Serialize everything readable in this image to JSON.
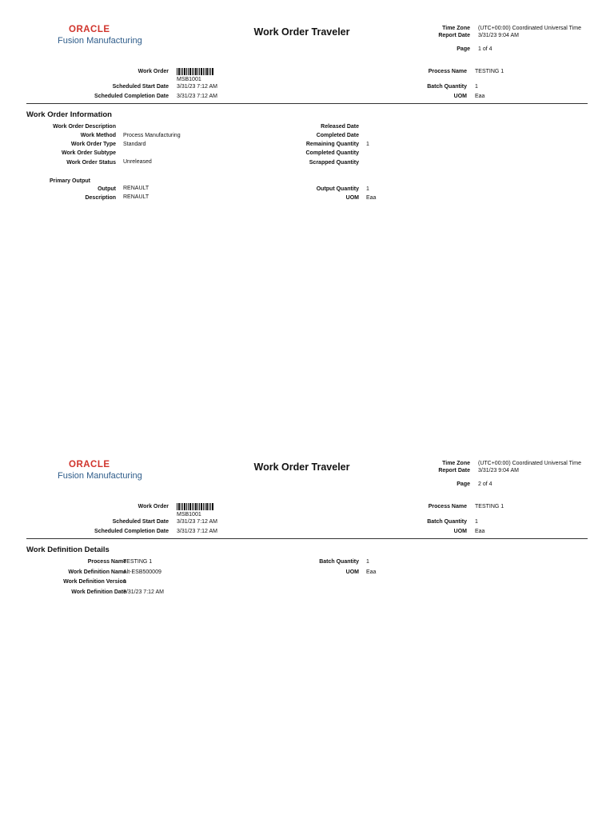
{
  "colors": {
    "oracle_red": "#d0342c",
    "fusion_blue": "#2e5c8a"
  },
  "pages": [
    {
      "logo": {
        "brand": "ORACLE",
        "product": "Fusion Manufacturing"
      },
      "title": "Work Order Traveler",
      "header": {
        "time_zone_label": "Time Zone",
        "time_zone": "(UTC+00:00) Coordinated Universal Time",
        "report_date_label": "Report Date",
        "report_date": "3/31/23 9:04 AM",
        "page_label": "Page",
        "page": "1 of 4"
      },
      "summary": {
        "work_order_label": "Work Order",
        "work_order": "MSB1001",
        "start_label": "Scheduled Start Date",
        "start": "3/31/23 7:12 AM",
        "completion_label": "Scheduled Completion Date",
        "completion": "3/31/23 7:12 AM",
        "process_name_label": "Process Name",
        "process_name": "TESTING 1",
        "batch_qty_label": "Batch Quantity",
        "batch_qty": "1",
        "uom_label": "UOM",
        "uom": "Eaa"
      },
      "section_title": "Work Order Information",
      "info": {
        "description_label": "Work Order Description",
        "description": "",
        "method_label": "Work Method",
        "method": "Process Manufacturing",
        "type_label": "Work Order Type",
        "type": "Standard",
        "subtype_label": "Work Order Subtype",
        "subtype": "",
        "status_label": "Work Order Status",
        "status": "Unreleased",
        "released_label": "Released Date",
        "released": "",
        "completed_date_label": "Completed Date",
        "completed_date": "",
        "remaining_label": "Remaining Quantity",
        "remaining": "1",
        "completed_qty_label": "Completed Quantity",
        "completed_qty": "",
        "scrapped_label": "Scrapped Quantity",
        "scrapped": ""
      },
      "primary_output": {
        "heading": "Primary Output",
        "output_label": "Output",
        "output": "RENAULT",
        "description_label": "Description",
        "description": "RENAULT",
        "qty_label": "Output Quantity",
        "qty": "1",
        "uom_label": "UOM",
        "uom": "Eaa"
      }
    },
    {
      "logo": {
        "brand": "ORACLE",
        "product": "Fusion Manufacturing"
      },
      "title": "Work Order Traveler",
      "header": {
        "time_zone_label": "Time Zone",
        "time_zone": "(UTC+00:00) Coordinated Universal Time",
        "report_date_label": "Report Date",
        "report_date": "3/31/23 9:04 AM",
        "page_label": "Page",
        "page": "2 of 4"
      },
      "summary": {
        "work_order_label": "Work Order",
        "work_order": "MSB1001",
        "start_label": "Scheduled Start Date",
        "start": "3/31/23 7:12 AM",
        "completion_label": "Scheduled Completion Date",
        "completion": "3/31/23 7:12 AM",
        "process_name_label": "Process Name",
        "process_name": "TESTING 1",
        "batch_qty_label": "Batch Quantity",
        "batch_qty": "1",
        "uom_label": "UOM",
        "uom": "Eaa"
      },
      "section_title": "Work Definition Details",
      "definition": {
        "process_name_label": "Process Name",
        "process_name": "TESTING 1",
        "name_label": "Work Definition Name",
        "name": "Alt-ESB500009",
        "version_label": "Work Definition Version",
        "version": "1",
        "date_label": "Work Definition Date",
        "date": "3/31/23 7:12 AM",
        "batch_qty_label": "Batch Quantity",
        "batch_qty": "1",
        "uom_label": "UOM",
        "uom": "Eaa"
      }
    }
  ]
}
